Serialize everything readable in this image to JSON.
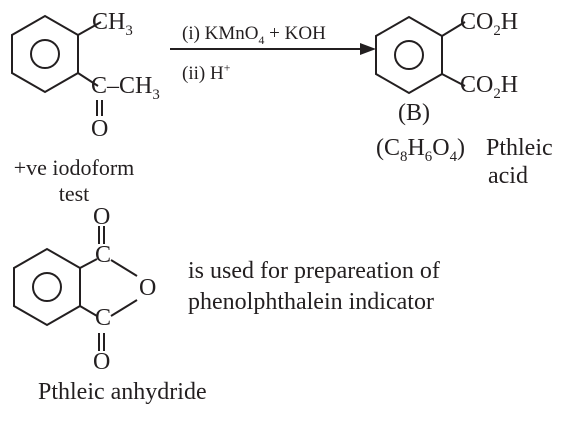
{
  "reactant": {
    "ch3_top": "CH",
    "ch3_top_sub": "3",
    "carbonyl": "C–CH",
    "carbonyl_sub": "3",
    "oxygen": "O",
    "test_line1": "+ve iodoform",
    "test_line2": "test"
  },
  "reagents": {
    "step1_prefix": "(i) KMnO",
    "step1_sub": "4",
    "step1_suffix": " + KOH",
    "step2_prefix": "(ii) H",
    "step2_sup": "+"
  },
  "product": {
    "cooh_top": "CO",
    "cooh_top_sub": "2",
    "cooh_top_h": "H",
    "cooh_bottom": "CO",
    "cooh_bottom_sub": "2",
    "cooh_bottom_h": "H",
    "label": "(B)",
    "formula_open": "(C",
    "formula_c_sub": "8",
    "formula_h": "H",
    "formula_h_sub": "6",
    "formula_o": "O",
    "formula_o_sub": "4",
    "formula_close": ")",
    "name_line1": "Pthleic",
    "name_line2": "acid"
  },
  "anhydride": {
    "carbon_top": "C",
    "carbon_bottom": "C",
    "ring_oxygen": "O",
    "oxygen_top": "O",
    "oxygen_bottom": "O",
    "use_line1": "is used for prepareation of",
    "use_line2": "phenolphthalein indicator",
    "name": "Pthleic anhydride"
  }
}
